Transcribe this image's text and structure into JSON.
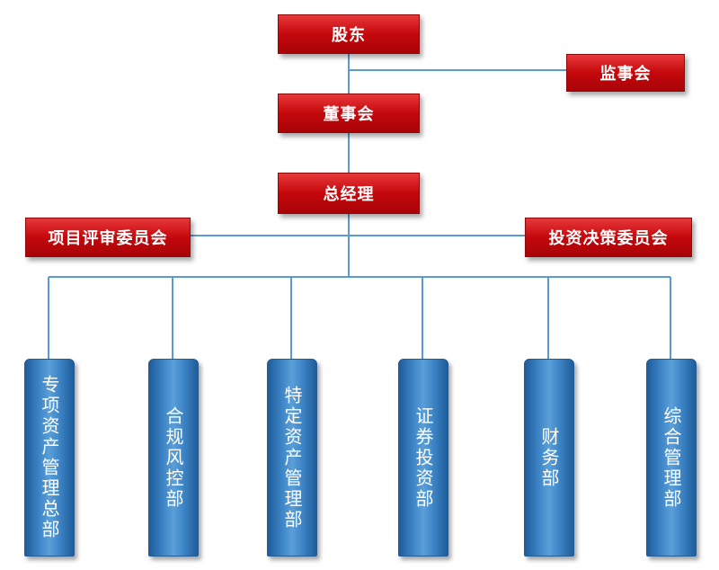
{
  "org_chart": {
    "shareholders": "股东",
    "supervisory_board": "监事会",
    "board_of_directors": "董事会",
    "general_manager": "总经理",
    "project_review_committee": "项目评审委员会",
    "investment_decision_committee": "投资决策委员会",
    "departments": [
      "专项资产管理总部",
      "合规风控部",
      "特定资产管理部",
      "证券投资部",
      "财务部",
      "综合管理部"
    ]
  },
  "colors": {
    "red_box": "#c4080c",
    "blue_box": "#3e86c8",
    "connector": "#5b9bd5"
  }
}
